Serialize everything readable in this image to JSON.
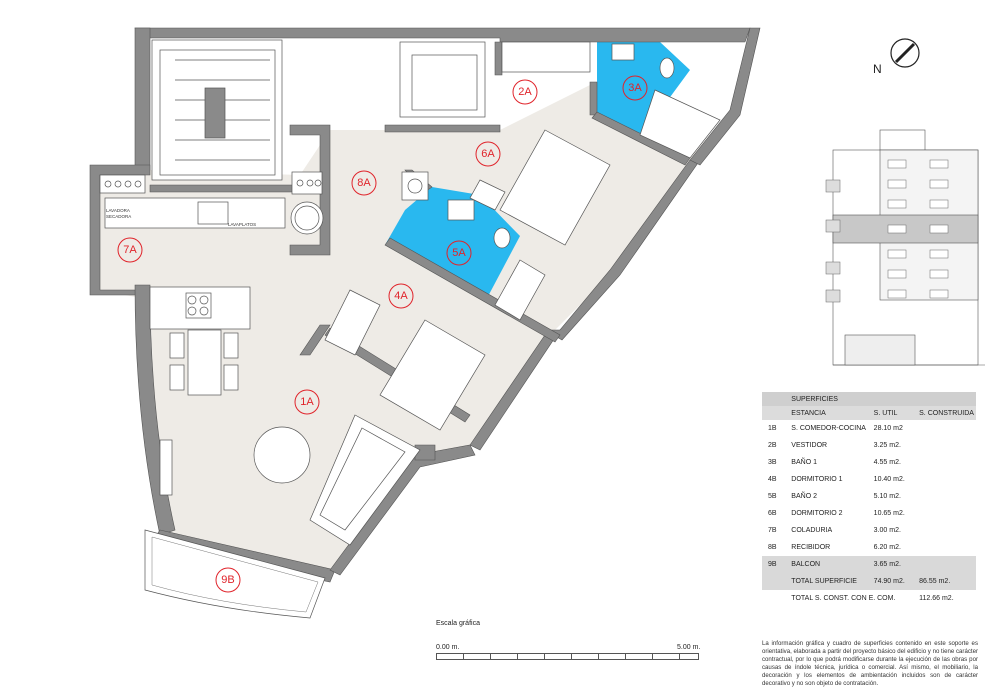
{
  "plan": {
    "rooms": [
      {
        "id": "1A"
      },
      {
        "id": "2A"
      },
      {
        "id": "3A"
      },
      {
        "id": "4A"
      },
      {
        "id": "5A"
      },
      {
        "id": "6A"
      },
      {
        "id": "7A"
      },
      {
        "id": "8A"
      },
      {
        "id": "9B"
      }
    ],
    "labels": {
      "lavadora": "LAVADORA",
      "secadora": "SECADORA",
      "lavaplatos": "LAVAPLATOS"
    },
    "colors": {
      "wall": "#8a8a8a",
      "floor": "#eeebe6",
      "bath": "#29b8ef",
      "label_red": "#e0242b"
    }
  },
  "compass": {
    "label": "N"
  },
  "table": {
    "title": "SUPERFICIES",
    "headers": [
      "ESTANCIA",
      "S. UTIL",
      "S. CONSTRUIDA"
    ],
    "rows": [
      {
        "code": "1B",
        "name": "S. COMEDOR-COCINA",
        "util": "28.10 m2"
      },
      {
        "code": "2B",
        "name": "VESTIDOR",
        "util": "3.25 m2."
      },
      {
        "code": "3B",
        "name": "BAÑO 1",
        "util": "4.55 m2."
      },
      {
        "code": "4B",
        "name": "DORMITORIO 1",
        "util": "10.40 m2."
      },
      {
        "code": "5B",
        "name": "BAÑO 2",
        "util": "5.10 m2."
      },
      {
        "code": "6B",
        "name": "DORMITORIO 2",
        "util": "10.65 m2."
      },
      {
        "code": "7B",
        "name": "COLADURIA",
        "util": "3.00 m2."
      },
      {
        "code": "8B",
        "name": "RECIBIDOR",
        "util": "6.20 m2."
      },
      {
        "code": "9B",
        "name": "BALCON",
        "util": "3.65 m2."
      }
    ],
    "total_superficie": {
      "label": "TOTAL SUPERFICIE",
      "util": "74.90 m2.",
      "construida": "86.55 m2."
    },
    "total_const": {
      "label": "TOTAL S. CONST. CON E. COM.",
      "construida": "112.66 m2."
    }
  },
  "scale": {
    "title": "Escala gráfica",
    "start": "0.00 m.",
    "end": "5.00 m."
  },
  "note": "La información gráfica y cuadro de superficies contenido en este soporte es orientativa, elaborada a partir del proyecto básico del edificio y no tiene carácter contractual, por lo que podrá modificarse durante la ejecución de las obras por causas de índole técnica, jurídica o comercial. Así mismo, el mobiliario, la decoración y los elementos de ambientación incluidos son de carácter decorativo y no son objeto de contratación."
}
